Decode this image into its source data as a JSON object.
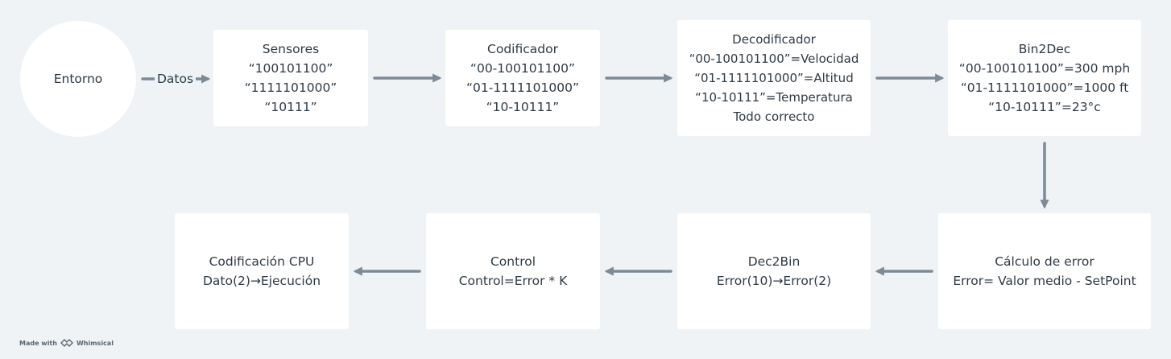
{
  "nodes": {
    "entorno": {
      "label": "Entorno"
    },
    "sensores": {
      "lines": [
        "Sensores",
        "“100101100”",
        "“1111101000”",
        "“10111”"
      ]
    },
    "codificador": {
      "lines": [
        "Codificador",
        "“00-100101100”",
        "“01-1111101000”",
        "“10-10111”"
      ]
    },
    "decodificador": {
      "lines": [
        "Decodificador",
        "“00-100101100”=Velocidad",
        "“01-1111101000”=Altitud",
        "“10-10111”=Temperatura",
        "Todo correcto"
      ]
    },
    "bin2dec": {
      "lines": [
        "Bin2Dec",
        "“00-100101100”=300 mph",
        "“01-1111101000”=1000 ft",
        "“10-10111”=23°c"
      ]
    },
    "calculo": {
      "lines": [
        "Cálculo de error",
        "Error= Valor medio - SetPoint"
      ]
    },
    "dec2bin": {
      "lines": [
        "Dec2Bin",
        "Error(10)→Error(2)"
      ]
    },
    "control": {
      "lines": [
        "Control",
        "Control=Error *  K"
      ]
    },
    "codificacion_cpu": {
      "lines": [
        "Codificación CPU",
        "Dato(2)→Ejecución"
      ]
    }
  },
  "edges": {
    "entorno_sensores_label": "Datos"
  },
  "footer": {
    "made_with": "Made with",
    "brand": "Whimsical",
    "brand_icon": "whimsical-logo-icon"
  },
  "colors": {
    "background": "#eff3f6",
    "node": "#ffffff",
    "arrow": "#7d8a96",
    "text": "#2f3a45"
  }
}
